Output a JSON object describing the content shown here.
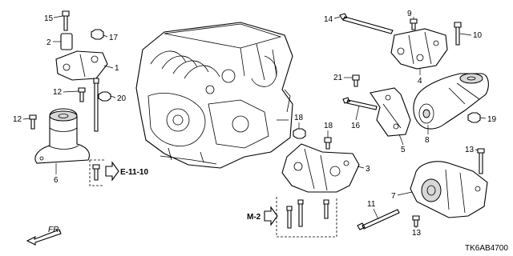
{
  "diagram": {
    "callouts": [
      "15",
      "2",
      "17",
      "1",
      "12",
      "20",
      "12",
      "6",
      "14",
      "9",
      "10",
      "4",
      "21",
      "16",
      "5",
      "8",
      "19",
      "18",
      "18",
      "3",
      "13",
      "7",
      "11",
      "13"
    ],
    "reference_1": "E-11-10",
    "reference_2": "M-2",
    "front_label": "FR.",
    "diagram_code": "TK6AB4700"
  }
}
